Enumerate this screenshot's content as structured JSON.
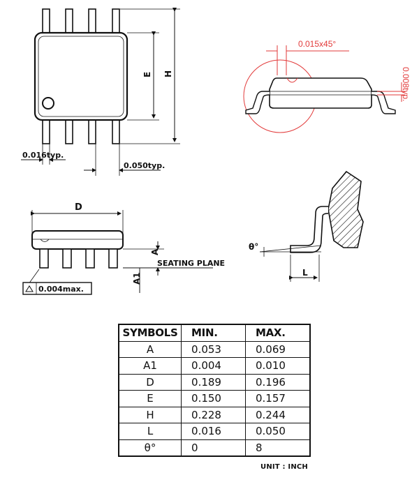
{
  "top_view": {
    "dim_E": "E",
    "dim_H": "H",
    "lead_width": "0.016typ.",
    "lead_pitch": "0.050typ."
  },
  "detail_view": {
    "chamfer": "0.015x45°",
    "thickness": "0.008typ."
  },
  "side_view": {
    "dim_D": "D",
    "dim_A": "A",
    "dim_A1": "A1",
    "seating_plane": "SEATING PLANE",
    "coplanarity": "0.004max."
  },
  "lead_view": {
    "angle": "θ°",
    "dim_L": "L"
  },
  "table": {
    "headers": [
      "SYMBOLS",
      "MIN.",
      "MAX."
    ],
    "rows": [
      {
        "symbol": "A",
        "min": "0.053",
        "max": "0.069"
      },
      {
        "symbol": "A1",
        "min": "0.004",
        "max": "0.010"
      },
      {
        "symbol": "D",
        "min": "0.189",
        "max": "0.196"
      },
      {
        "symbol": "E",
        "min": "0.150",
        "max": "0.157"
      },
      {
        "symbol": "H",
        "min": "0.228",
        "max": "0.244"
      },
      {
        "symbol": "L",
        "min": "0.016",
        "max": "0.050"
      },
      {
        "symbol": "θ°",
        "min": "0",
        "max": "8"
      }
    ],
    "unit_note": "UNIT : INCH"
  }
}
